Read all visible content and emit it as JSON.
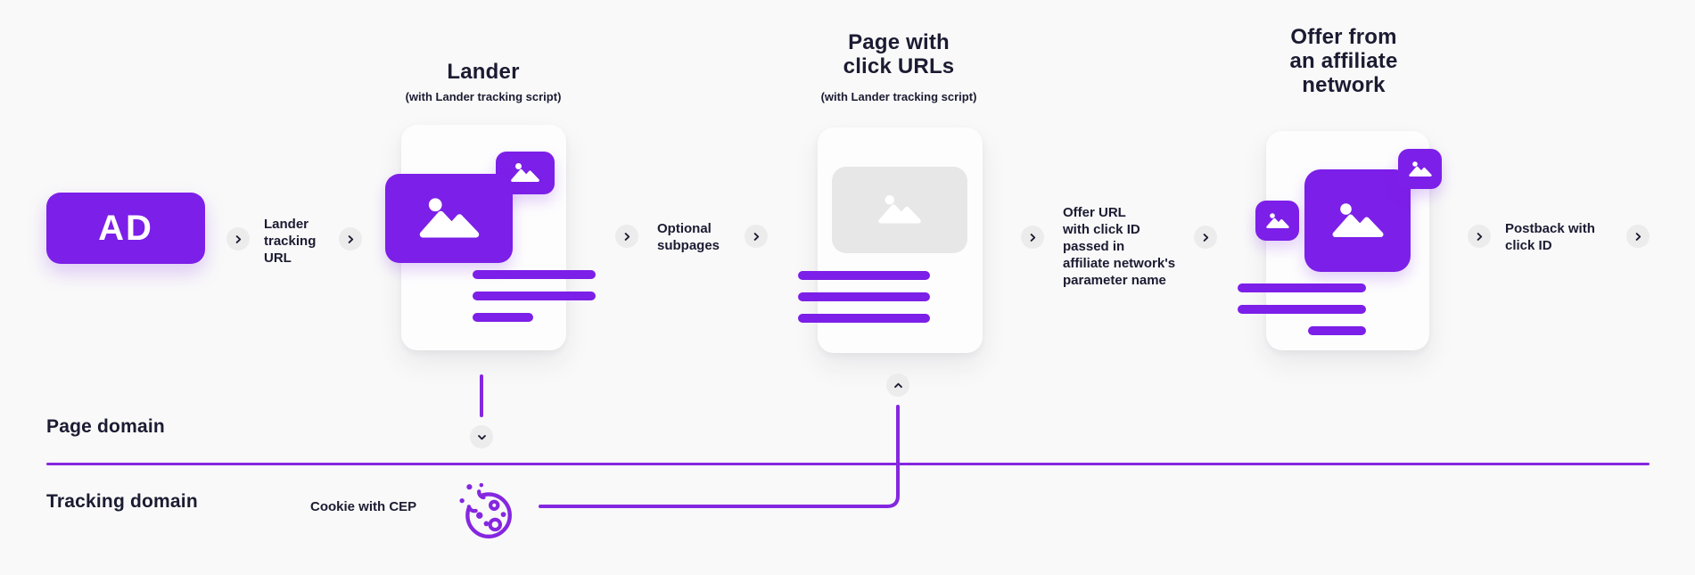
{
  "colors": {
    "background": "#f9f9f9",
    "purple": "#7c1fe8",
    "line_purple": "#8527e0",
    "dark": "#1b1b32",
    "card_bg": "#fdfdfd",
    "gray_tile": "#e7e7e7",
    "chevron_bg": "#ececec"
  },
  "icons": {
    "flow_arrow": "chevron-right",
    "expand_down": "chevron-down",
    "expand_up": "chevron-up",
    "image_placeholder": "image-mountain",
    "cookie": "cookie-bitten"
  },
  "ad": {
    "label": "AD"
  },
  "connectors": [
    {
      "label": "Lander\ntracking\nURL"
    },
    {
      "label": "Optional\nsubpages"
    },
    {
      "label": "Offer URL\nwith click ID\npassed in\naffiliate network's\nparameter name"
    },
    {
      "label": "Postback with\nclick ID"
    }
  ],
  "cards": {
    "lander": {
      "title": "Lander",
      "subtitle": "(with Lander tracking script)"
    },
    "click_page": {
      "title": "Page with\nclick URLs",
      "subtitle": "(with Lander tracking script)"
    },
    "offer": {
      "title": "Offer from\nan affiliate\nnetwork"
    }
  },
  "domains": {
    "page": "Page domain",
    "tracking": "Tracking domain"
  },
  "cookie": {
    "label": "Cookie with CEP"
  }
}
